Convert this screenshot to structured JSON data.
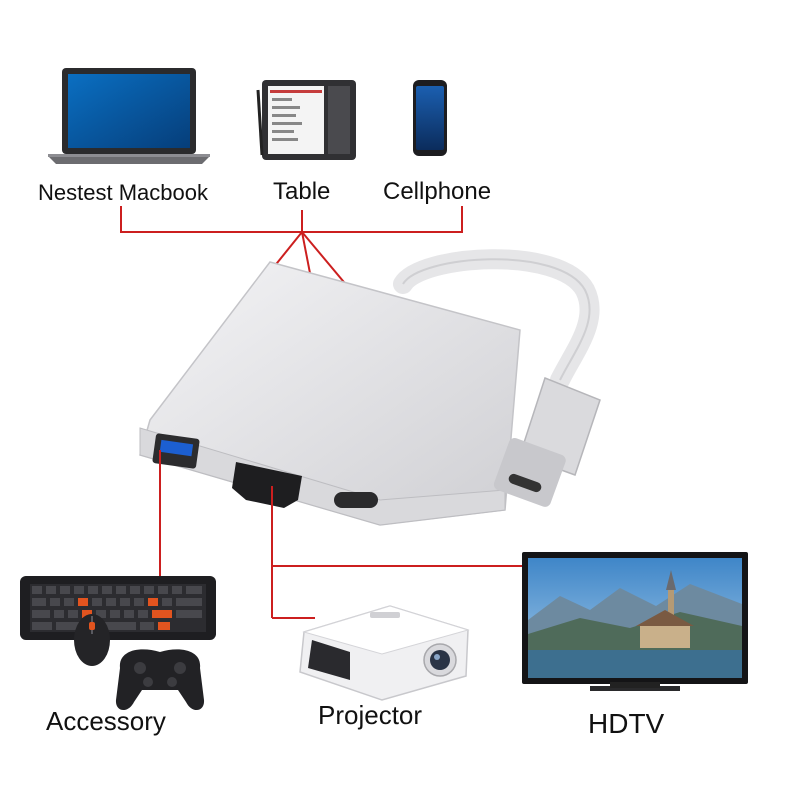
{
  "labels": {
    "macbook": "Nestest Macbook",
    "table": "Table",
    "cellphone": "Cellphone",
    "accessory": "Accessory",
    "projector": "Projector",
    "hdtv": "HDTV"
  },
  "icons": {
    "laptop": "laptop-icon",
    "tablet": "tablet-icon",
    "phone": "smartphone-icon",
    "adapter": "usb-c-adapter-icon",
    "keyboard": "keyboard-icon",
    "mouse": "mouse-icon",
    "gamepad": "gamepad-icon",
    "projector": "projector-icon",
    "tv": "tv-icon"
  },
  "colors": {
    "connector_line": "#cc1f1f",
    "adapter_body": "#e2e2e4",
    "device_dark": "#2a2a2c"
  }
}
